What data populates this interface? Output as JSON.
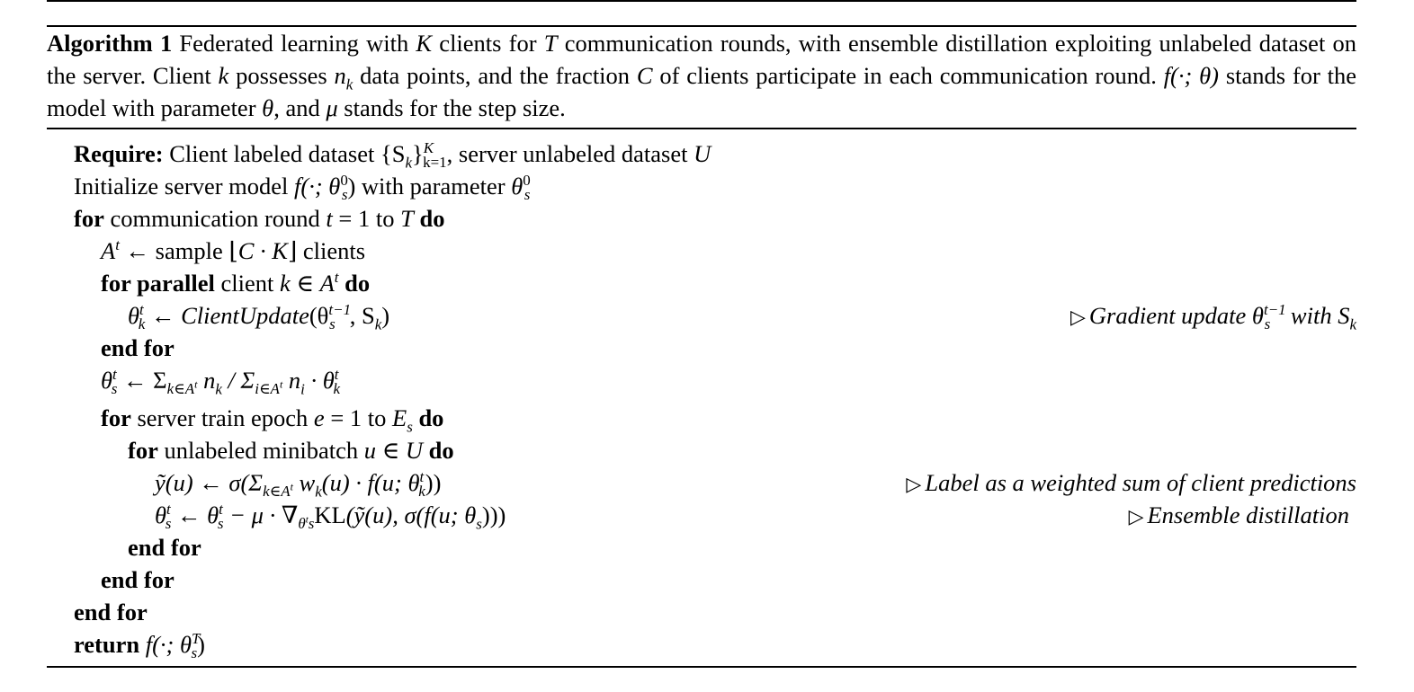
{
  "caption": {
    "label": "Algorithm 1",
    "part1": " Federated learning with ",
    "K": "K",
    "part2": " clients for ",
    "T": "T",
    "part3": " communication rounds, with ensemble distillation exploiting unlabeled dataset on the server. Client ",
    "k": "k",
    "part4": " possesses ",
    "nk": "n",
    "nk_sub": "k",
    "part5": " data points, and the fraction ",
    "C": "C",
    "part6": " of clients participate in each communication round. ",
    "f": "f(·; θ)",
    "part7": " stands for the model with parameter ",
    "theta": "θ",
    "part8": ", and ",
    "mu": "μ",
    "part9": " stands for the step size."
  },
  "lines": {
    "l1_kw": "Require:",
    "l1_text": " Client labeled dataset {S",
    "l1_text_b": "}",
    "l1_text_c": ", server unlabeled dataset ",
    "l1_U": "U",
    "l2_text": "Initialize server model ",
    "l2_f": "f(·; θ",
    "l2_mid": ") with parameter ",
    "l2_theta": "θ",
    "l3_kw1": "for",
    "l3_text": " communication round ",
    "l3_t": "t",
    "l3_eq": " = 1 to ",
    "l3_T": "T",
    "l3_kw2": " do",
    "l4_A": "A",
    "l4_text": " ← sample ⌊",
    "l4_CK": "C · K",
    "l4_end": "⌋ clients",
    "l5_kw1": "for parallel",
    "l5_text": " client ",
    "l5_k": "k",
    "l5_in": " ∈ ",
    "l5_A": "A",
    "l5_kw2": " do",
    "l6_theta": "θ",
    "l6_arrow": " ← ",
    "l6_func": "ClientUpdate",
    "l6_args": "(θ",
    "l6_args2": ", S",
    "l6_close": ")",
    "l6_comment": "Gradient update θ",
    "l6_comment2": " with S",
    "l7_kw": "end for",
    "l8_theta": "θ",
    "l8_text": " ← Σ",
    "l8_frac": " n",
    "l8_frac_den": " / Σ",
    "l8_ni": " n",
    "l8_dot": " · θ",
    "l9_kw1": "for",
    "l9_text": " server train epoch ",
    "l9_e": "e",
    "l9_eq": " = 1 to ",
    "l9_E": "E",
    "l9_kw2": " do",
    "l10_kw1": "for",
    "l10_text": " unlabeled minibatch ",
    "l10_u": "u",
    "l10_in": " ∈ ",
    "l10_U": "U",
    "l10_kw2": " do",
    "l11_text": "ỹ(u) ← σ(Σ",
    "l11_rest": " w",
    "l11_rest2": "(u) · f(u; θ",
    "l11_close": "))",
    "l11_comment": "Label as a weighted sum of client predictions",
    "l12_text": "θ",
    "l12_mid": " ← θ",
    "l12_mid2": " − μ · ∇",
    "l12_KL": "KL",
    "l12_args": "(ỹ(u), σ(f(u; θ",
    "l12_close": ")))",
    "l12_comment": "Ensemble distillation",
    "l13_kw": "end for",
    "l14_kw": "end for",
    "l15_kw": "end for",
    "l16_kw": "return",
    "l16_text": " f(·; θ",
    "l16_close": ")"
  }
}
